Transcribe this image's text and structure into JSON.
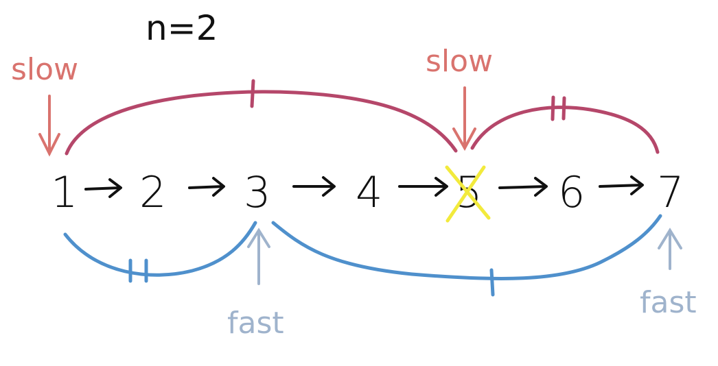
{
  "title": "n=2",
  "nodes": [
    "1",
    "2",
    "3",
    "4",
    "5",
    "6",
    "7"
  ],
  "removed_node": "5",
  "labels": {
    "slow_start": "slow",
    "slow_end": "slow",
    "fast_start": "fast",
    "fast_end": "fast"
  },
  "colors": {
    "ink": "#111111",
    "top_arc": "#b5476a",
    "slow_label": "#d9736e",
    "bottom_arc": "#4f90cc",
    "fast_label": "#9fb3cc",
    "cross": "#f2ea3c"
  }
}
